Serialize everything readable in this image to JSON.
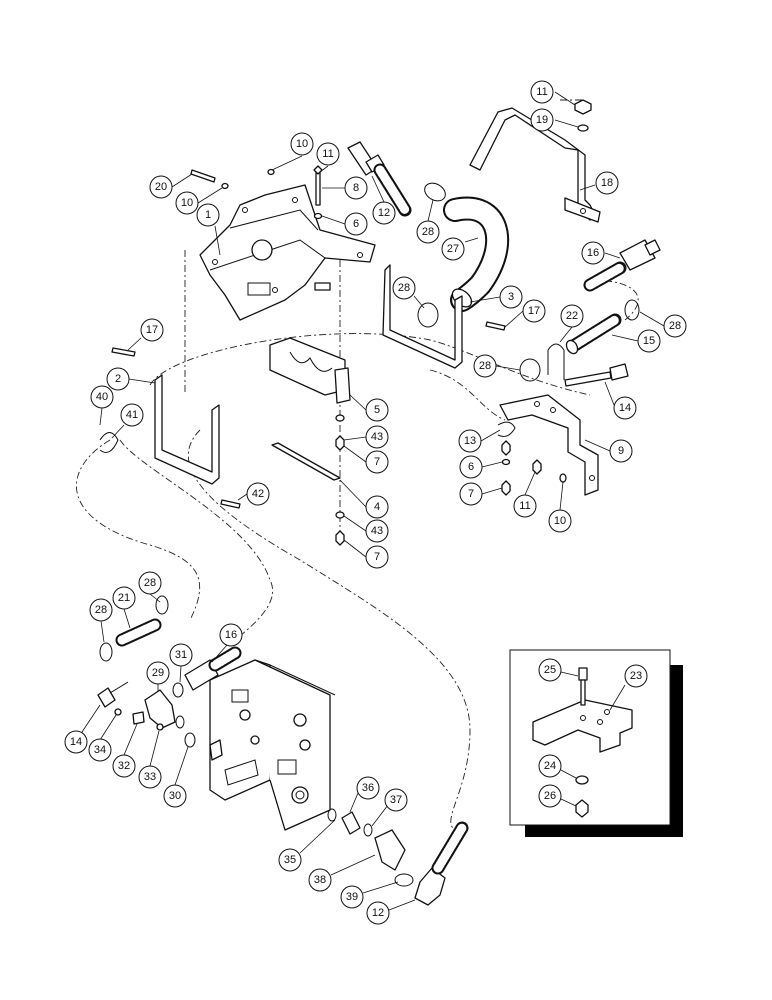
{
  "callouts": [
    {
      "id": "c-11-top",
      "label": "11"
    },
    {
      "id": "c-19",
      "label": "19"
    },
    {
      "id": "c-18",
      "label": "18"
    },
    {
      "id": "c-10-a",
      "label": "10"
    },
    {
      "id": "c-11-b",
      "label": "11"
    },
    {
      "id": "c-8",
      "label": "8"
    },
    {
      "id": "c-6-a",
      "label": "6"
    },
    {
      "id": "c-20",
      "label": "20"
    },
    {
      "id": "c-10-b",
      "label": "10"
    },
    {
      "id": "c-1",
      "label": "1"
    },
    {
      "id": "c-12-top",
      "label": "12"
    },
    {
      "id": "c-28-a",
      "label": "28"
    },
    {
      "id": "c-27",
      "label": "27"
    },
    {
      "id": "c-16-top",
      "label": "16"
    },
    {
      "id": "c-28-b",
      "label": "28"
    },
    {
      "id": "c-3",
      "label": "3"
    },
    {
      "id": "c-17-a",
      "label": "17"
    },
    {
      "id": "c-22",
      "label": "22"
    },
    {
      "id": "c-28-c",
      "label": "28"
    },
    {
      "id": "c-15",
      "label": "15"
    },
    {
      "id": "c-17-b",
      "label": "17"
    },
    {
      "id": "c-28-d",
      "label": "28"
    },
    {
      "id": "c-2",
      "label": "2"
    },
    {
      "id": "c-14-a",
      "label": "14"
    },
    {
      "id": "c-5",
      "label": "5"
    },
    {
      "id": "c-40",
      "label": "40"
    },
    {
      "id": "c-41",
      "label": "41"
    },
    {
      "id": "c-43-a",
      "label": "43"
    },
    {
      "id": "c-13",
      "label": "13"
    },
    {
      "id": "c-9",
      "label": "9"
    },
    {
      "id": "c-7-a",
      "label": "7"
    },
    {
      "id": "c-6-b",
      "label": "6"
    },
    {
      "id": "c-4",
      "label": "4"
    },
    {
      "id": "c-7-b",
      "label": "7"
    },
    {
      "id": "c-11-c",
      "label": "11"
    },
    {
      "id": "c-42",
      "label": "42"
    },
    {
      "id": "c-10-c",
      "label": "10"
    },
    {
      "id": "c-43-b",
      "label": "43"
    },
    {
      "id": "c-7-c",
      "label": "7"
    },
    {
      "id": "c-28-e",
      "label": "28"
    },
    {
      "id": "c-21",
      "label": "21"
    },
    {
      "id": "c-28-f",
      "label": "28"
    },
    {
      "id": "c-16-b",
      "label": "16"
    },
    {
      "id": "c-31",
      "label": "31"
    },
    {
      "id": "c-29",
      "label": "29"
    },
    {
      "id": "c-25",
      "label": "25"
    },
    {
      "id": "c-23",
      "label": "23"
    },
    {
      "id": "c-14-b",
      "label": "14"
    },
    {
      "id": "c-34",
      "label": "34"
    },
    {
      "id": "c-32",
      "label": "32"
    },
    {
      "id": "c-33",
      "label": "33"
    },
    {
      "id": "c-30",
      "label": "30"
    },
    {
      "id": "c-24",
      "label": "24"
    },
    {
      "id": "c-26",
      "label": "26"
    },
    {
      "id": "c-36",
      "label": "36"
    },
    {
      "id": "c-37",
      "label": "37"
    },
    {
      "id": "c-35",
      "label": "35"
    },
    {
      "id": "c-38",
      "label": "38"
    },
    {
      "id": "c-39",
      "label": "39"
    },
    {
      "id": "c-12-b",
      "label": "12"
    }
  ]
}
